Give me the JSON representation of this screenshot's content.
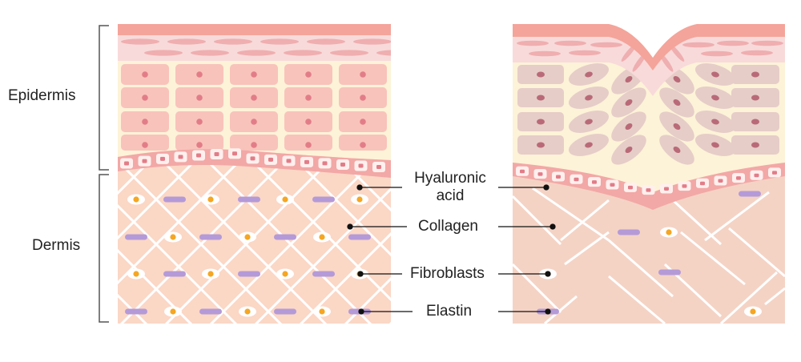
{
  "labels": {
    "epidermis": "Epidermis",
    "dermis": "Dermis",
    "hyaluronic_line1": "Hyaluronic",
    "hyaluronic_line2": "acid",
    "collagen": "Collagen",
    "fibroblasts": "Fibroblasts",
    "elastin": "Elastin"
  },
  "colors": {
    "top_band": "#f4a49a",
    "surface_layer": "#f8dada",
    "surface_cell": "#efaeb0",
    "epidermis_bg": "#fdf3d8",
    "cell_fill": "#f8c3bb",
    "cell_nucleus": "#e27d88",
    "old_cell_fill": "#e6cdc8",
    "old_nucleus": "#b96a78",
    "basal_band": "#f2a8a6",
    "dermis_bg": "#fbd7c6",
    "old_dermis_bg": "#f4d3c5",
    "collagen": "#ffffff",
    "fibroblast_dot": "#f5a623",
    "elastin": "#b59ad8",
    "bracket": "#555555"
  },
  "icons": [
    "skin-cell",
    "fibroblast-cell",
    "elastin-fiber"
  ]
}
